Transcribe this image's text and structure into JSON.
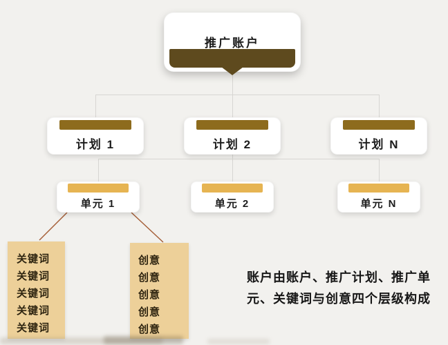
{
  "colors": {
    "page-bg": "#f2f1ee",
    "root-bar": "#5e4a1e",
    "plan-bar": "#8d6b1d",
    "unit-bar": "#e6b452",
    "list-bg": "#edd099",
    "connector": "#d7d5d2",
    "leaf-line": "#a55f38",
    "text": "#1c1c1c"
  },
  "diagram": {
    "root": {
      "label": "推广账户"
    },
    "plans": [
      {
        "label": "计划 1"
      },
      {
        "label": "计划 2"
      },
      {
        "label": "计划 N"
      }
    ],
    "units": [
      {
        "label": "单元 1"
      },
      {
        "label": "单元 2"
      },
      {
        "label": "单元 N"
      }
    ],
    "keyword_list": {
      "items": [
        "关键词",
        "关键词",
        "关键词",
        "关键词",
        "关键词"
      ]
    },
    "creative_list": {
      "items": [
        "创意",
        "创意",
        "创意",
        "创意",
        "创意"
      ]
    }
  },
  "caption": {
    "line1": "账户由账户、推广计划、推广单",
    "line2": "元、关键词与创意四个层级构成"
  }
}
